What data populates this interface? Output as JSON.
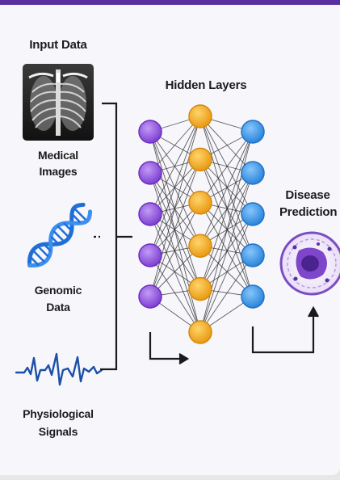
{
  "labels": {
    "input_data": "Input Data",
    "medical_line1": "Medical",
    "medical_line2": "Images",
    "genomic_line1": "Genomic",
    "genomic_line2": "Data",
    "physio_line1": "Physiological",
    "physio_line2": "Signals",
    "hidden_layers": "Hidden Layers",
    "disease_line1": "Disease",
    "disease_line2": "Prediction"
  },
  "network": {
    "input_nodes": 5,
    "hidden_nodes": 6,
    "output_nodes": 5
  },
  "colors": {
    "frame_top": "#5a2fa0",
    "input_node": "#9a5ee0",
    "hidden_node": "#f4b02a",
    "output_node": "#3d9ae8",
    "dna": "#1f6fd6",
    "ecg": "#1b4fa8",
    "cell": "#6a3bb8"
  },
  "icons": [
    "chest-xray-icon",
    "dna-helix-icon",
    "ecg-waveform-icon",
    "cell-icon"
  ]
}
